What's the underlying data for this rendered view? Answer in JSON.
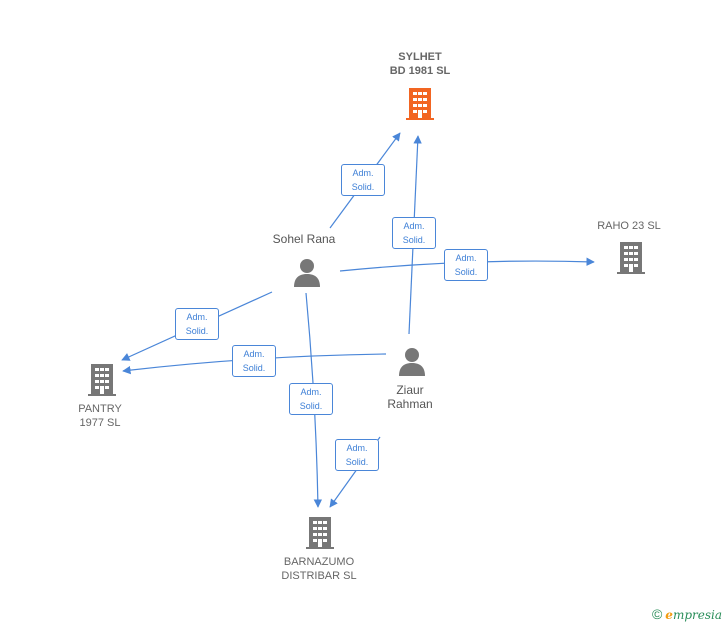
{
  "nodes": {
    "sylhet": {
      "name": "SYLHET\nBD 1981  SL",
      "type": "company",
      "highlight": true
    },
    "raho": {
      "name": "RAHO 23  SL",
      "type": "company"
    },
    "pantry": {
      "name": "PANTRY\n1977  SL",
      "type": "company"
    },
    "barnazumo": {
      "name": "BARNAZUMO\nDISTRIBAR  SL",
      "type": "company"
    },
    "sohel": {
      "name": "Sohel Rana",
      "type": "person"
    },
    "ziaur": {
      "name": "Ziaur\nRahman",
      "type": "person"
    }
  },
  "edges": [
    {
      "from": "sohel",
      "to": "sylhet",
      "label_line1": "Adm.",
      "label_line2": "Solid."
    },
    {
      "from": "ziaur",
      "to": "sylhet",
      "label_line1": "Adm.",
      "label_line2": "Solid."
    },
    {
      "from": "sohel",
      "to": "raho",
      "label_line1": "Adm.",
      "label_line2": "Solid."
    },
    {
      "from": "sohel",
      "to": "pantry",
      "label_line1": "Adm.",
      "label_line2": "Solid."
    },
    {
      "from": "ziaur",
      "to": "pantry",
      "label_line1": "Adm.",
      "label_line2": "Solid."
    },
    {
      "from": "sohel",
      "to": "barnazumo",
      "label_line1": "Adm.",
      "label_line2": "Solid."
    },
    {
      "from": "ziaur",
      "to": "barnazumo",
      "label_line1": "Adm.",
      "label_line2": "Solid."
    }
  ],
  "colors": {
    "edge": "#4a86d8",
    "company": "#777777",
    "highlight": "#f26522",
    "person": "#777777"
  },
  "footer": {
    "copyright": "©",
    "brand_first": "e",
    "brand_rest": "mpresia"
  }
}
